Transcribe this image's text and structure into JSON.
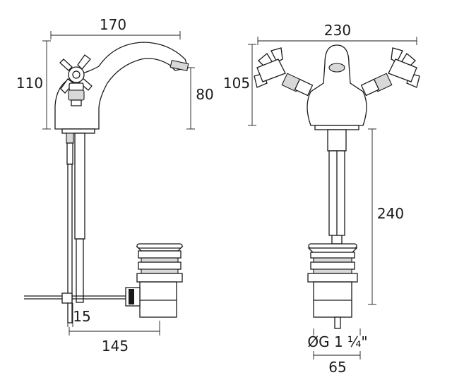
{
  "side_view": {
    "width_dim": "170",
    "height_dim": "110",
    "spout_height_dim": "80",
    "pin_dim": "15",
    "reach_dim": "145"
  },
  "front_view": {
    "width_dim": "230",
    "height_dim": "105",
    "tail_dim": "240",
    "waste_thread": "ØG 1 ¼\"",
    "waste_width_dim": "65"
  }
}
